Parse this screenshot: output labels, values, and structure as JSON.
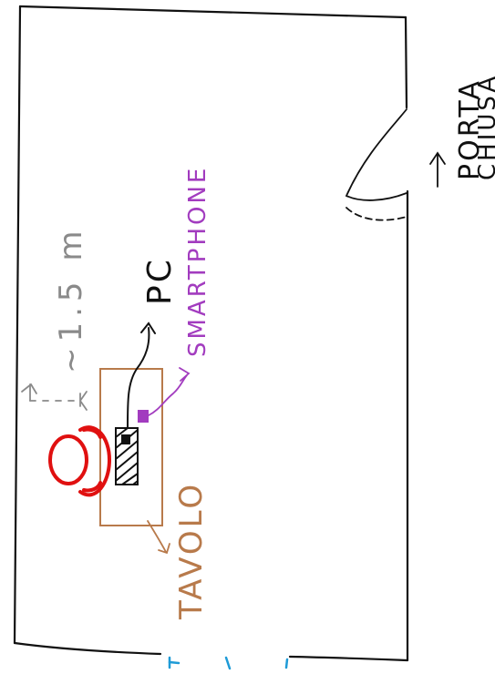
{
  "labels": {
    "door": "PORTA",
    "door_state": "CHIUSA",
    "smartphone": "SMARTPHONE",
    "pc": "PC",
    "distance": "~1.5 m",
    "table": "TAVOLO"
  },
  "colors": {
    "walls": "#111111",
    "table": "#b87a4b",
    "person": "#e01010",
    "smartphone": "#a23cbf",
    "pc": "#111111",
    "distance": "#8a8a8a",
    "doorway": "#1e9bd7"
  }
}
